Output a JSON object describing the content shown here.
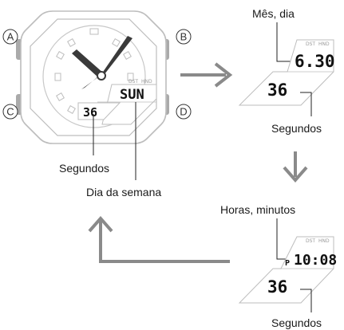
{
  "watch": {
    "buttons": [
      "A",
      "B",
      "C",
      "D"
    ],
    "indicators": [
      "DST",
      "HND"
    ],
    "display_day": "SUN",
    "display_seconds": "36"
  },
  "labels": {
    "seconds": "Segundos",
    "weekday": "Dia da semana",
    "month_day": "Mês, dia",
    "hours_minutes": "Horas, minutos"
  },
  "screen_date": {
    "indicators": [
      "DST",
      "HND"
    ],
    "top": "6.30",
    "seconds": "36"
  },
  "screen_time": {
    "indicators": [
      "DST",
      "HND"
    ],
    "pm_flag": "P",
    "top": "10:08",
    "seconds": "36"
  },
  "colors": {
    "outline": "#bdbdbd",
    "button": "#aaaaaa",
    "arrow": "#8a8a8a",
    "hand": "#3a3a3a"
  }
}
